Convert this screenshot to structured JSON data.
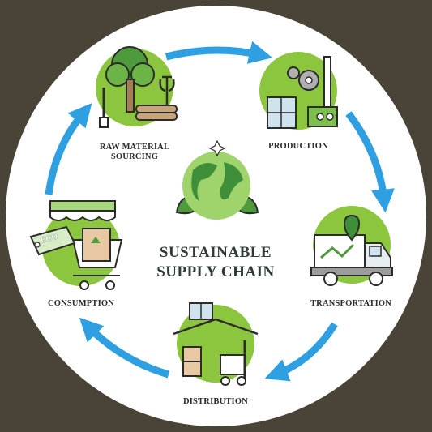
{
  "center": {
    "title_line1": "SUSTAINABLE",
    "title_line2": "SUPPLY CHAIN",
    "icon": "globe-with-leaves-icon"
  },
  "stages": {
    "raw": {
      "line1": "RAW MATERIAL",
      "line2": "SOURCING",
      "icon": "tree-logs-shovel-icon"
    },
    "production": {
      "label": "PRODUCTION",
      "icon": "factory-gears-solar-icon"
    },
    "transportation": {
      "label": "TRANSPORTATION",
      "icon": "delivery-truck-icon"
    },
    "distribution": {
      "label": "DISTRIBUTION",
      "icon": "warehouse-forklift-icon"
    },
    "consumption": {
      "label": "CONSUMPTION",
      "icon": "shopping-cart-eco-tag-icon"
    }
  },
  "tag_text": "ECO",
  "colors": {
    "background": "#4a4338",
    "circle": "#ffffff",
    "arrow": "#2e9fe0",
    "green": "#7cc04b",
    "dark_green": "#3f8f3a",
    "text": "#2b2b2b"
  }
}
